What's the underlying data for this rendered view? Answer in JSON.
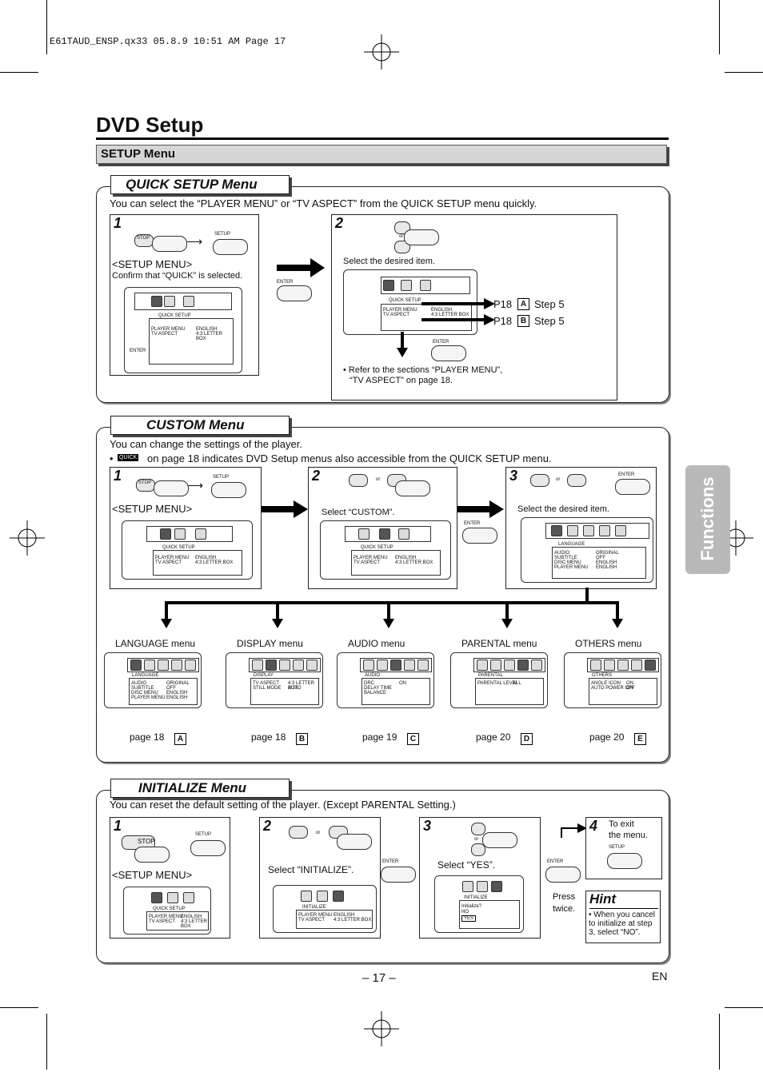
{
  "print_slug": "E61TAUD_ENSP.qx33  05.8.9  10:51 AM  Page 17",
  "page_title": "DVD Setup",
  "section_header": "SETUP Menu",
  "side_tab": "Functions",
  "page_number": "– 17 –",
  "language_code": "EN",
  "quick_setup": {
    "tab": "QUICK SETUP Menu",
    "intro": "You can select the “PLAYER MENU” or “TV ASPECT” from the QUICK SETUP menu quickly.",
    "step1": {
      "num": "1",
      "stop": "STOP",
      "setup": "SETUP",
      "label": "<SETUP MENU>",
      "note": "Confirm that “QUICK” is selected.",
      "enter": "ENTER",
      "screen": {
        "header": "QUICK SETUP",
        "items": [
          "PLAYER MENU",
          "TV ASPECT"
        ],
        "values": [
          "ENGLISH",
          "4:3 LETTER BOX"
        ],
        "enter": "ENTER"
      }
    },
    "step2": {
      "num": "2",
      "or": "or",
      "instruction": "Select the desired item.",
      "screen": {
        "header": "QUICK SETUP",
        "items": [
          "PLAYER MENU",
          "TV ASPECT"
        ],
        "values": [
          "ENGLISH",
          "4:3 LETTER BOX"
        ]
      },
      "enter": "ENTER",
      "ref_a_page": "P18",
      "ref_a_badge": "A",
      "ref_a_step": "Step 5",
      "ref_b_page": "P18",
      "ref_b_badge": "B",
      "ref_b_step": "Step 5",
      "note_line1": "• Refer to the sections “PLAYER MENU”,",
      "note_line2": "“TV ASPECT” on page 18."
    }
  },
  "custom": {
    "tab": "CUSTOM Menu",
    "intro": "You can change the settings of the player.",
    "quick_badge": "QUICK",
    "intro2_bullet": "•",
    "intro2": "on page 18 indicates DVD Setup menus also accessible from the QUICK SETUP menu.",
    "step1": {
      "num": "1",
      "stop": "STOP",
      "setup": "SETUP",
      "label": "<SETUP MENU>",
      "screen": {
        "header": "QUICK SETUP",
        "items": [
          "PLAYER MENU",
          "TV ASPECT"
        ],
        "values": [
          "ENGLISH",
          "4:3 LETTER BOX"
        ]
      }
    },
    "step2": {
      "num": "2",
      "or": "or",
      "instruction": "Select “CUSTOM”.",
      "enter": "ENTER",
      "screen": {
        "header": "QUICK SETUP",
        "items": [
          "PLAYER MENU",
          "TV ASPECT"
        ],
        "values": [
          "ENGLISH",
          "4:3 LETTER BOX"
        ]
      }
    },
    "step3": {
      "num": "3",
      "or": "or",
      "enter": "ENTER",
      "instruction": "Select the desired item.",
      "screen": {
        "header": "LANGUAGE",
        "items": [
          "AUDIO",
          "SUBTITLE",
          "DISC MENU",
          "PLAYER MENU"
        ],
        "values": [
          "ORIGINAL",
          "OFF",
          "ENGLISH",
          "ENGLISH"
        ]
      }
    },
    "menus": [
      {
        "title": "LANGUAGE menu",
        "page": "page 18",
        "badge": "A",
        "header": "LANGUAGE",
        "items": [
          "AUDIO",
          "SUBTITLE",
          "DISC MENU",
          "PLAYER MENU"
        ],
        "values": [
          "ORIGINAL",
          "OFF",
          "ENGLISH",
          "ENGLISH"
        ]
      },
      {
        "title": "DISPLAY menu",
        "page": "page 18",
        "badge": "B",
        "header": "DISPLAY",
        "items": [
          "TV ASPECT",
          "STILL MODE"
        ],
        "values": [
          "4:3 LETTER BOX",
          "AUTO"
        ]
      },
      {
        "title": "AUDIO menu",
        "page": "page 19",
        "badge": "C",
        "header": "AUDIO",
        "items": [
          "DRC",
          "DELAY TIME",
          "BALANCE"
        ],
        "values": [
          "ON",
          "",
          ""
        ]
      },
      {
        "title": "PARENTAL menu",
        "page": "page 20",
        "badge": "D",
        "header": "PARENTAL",
        "items": [
          "PARENTAL LEVEL"
        ],
        "values": [
          "ALL"
        ]
      },
      {
        "title": "OTHERS menu",
        "page": "page 20",
        "badge": "E",
        "header": "OTHERS",
        "items": [
          "ANGLE ICON",
          "AUTO POWER OFF"
        ],
        "values": [
          "ON",
          "ON"
        ]
      }
    ]
  },
  "initialize": {
    "tab": "INITIALIZE Menu",
    "intro": "You can reset the default setting of the player. (Except PARENTAL Setting.)",
    "step1": {
      "num": "1",
      "stop": "STOP",
      "setup": "SETUP",
      "label": "<SETUP MENU>",
      "screen": {
        "header": "QUICK SETUP",
        "items": [
          "PLAYER MENU",
          "TV ASPECT"
        ],
        "values": [
          "ENGLISH",
          "4:3 LETTER BOX"
        ]
      }
    },
    "step2": {
      "num": "2",
      "or": "or",
      "instruction": "Select “INITIALIZE”.",
      "enter": "ENTER",
      "screen": {
        "header": "INITIALIZE",
        "items": [
          "PLAYER MENU",
          "TV ASPECT"
        ],
        "values": [
          "ENGLISH",
          "4:3 LETTER BOX"
        ]
      }
    },
    "step3": {
      "num": "3",
      "or": "or",
      "instruction": "Select “YES”.",
      "enter": "ENTER",
      "screen": {
        "header": "INITIALIZE",
        "items": [
          "Initialize?",
          "NO",
          "YES"
        ]
      }
    },
    "step4": {
      "num": "4",
      "line1": "To exit",
      "line2": "the menu.",
      "setup": "SETUP"
    },
    "press_twice_1": "Press",
    "press_twice_2": "twice.",
    "hint": {
      "title": "Hint",
      "text": "• When you cancel to initialize at step 3, select “NO”."
    }
  }
}
